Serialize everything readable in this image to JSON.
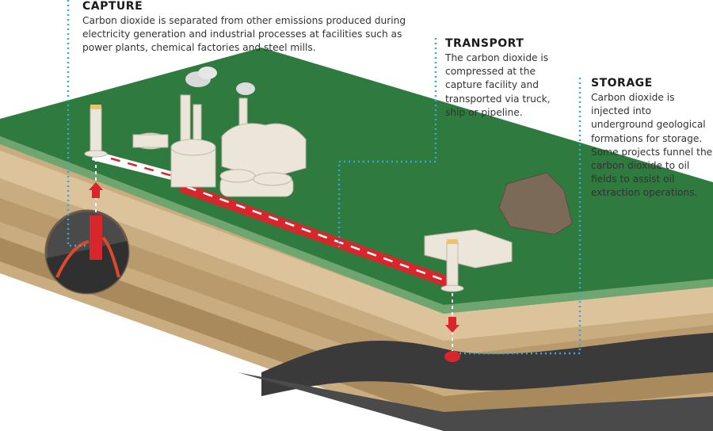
{
  "colors": {
    "surface_green": "#2f7a3e",
    "soil_tan": "#c8ab80",
    "rock_dark": "#3a3a3a",
    "co2_red": "#d8262c",
    "dotted_line": "#3aa6d6",
    "building": "#ece6da"
  },
  "capture": {
    "title": "CAPTURE",
    "body": "Carbon dioxide is separated from other emissions produced during electricity generation and industrial processes at facilities such as power plants, chemical factories and steel mills."
  },
  "transport": {
    "title": "TRANSPORT",
    "body": "The carbon dioxide is compressed at the capture facility and transported via truck, ship or pipeline."
  },
  "storage": {
    "title": "STORAGE",
    "body": "Carbon dioxide is injected into underground geological formations for storage. Some projects funnel the carbon dioxide to oil fields to assist oil extraction operations."
  }
}
